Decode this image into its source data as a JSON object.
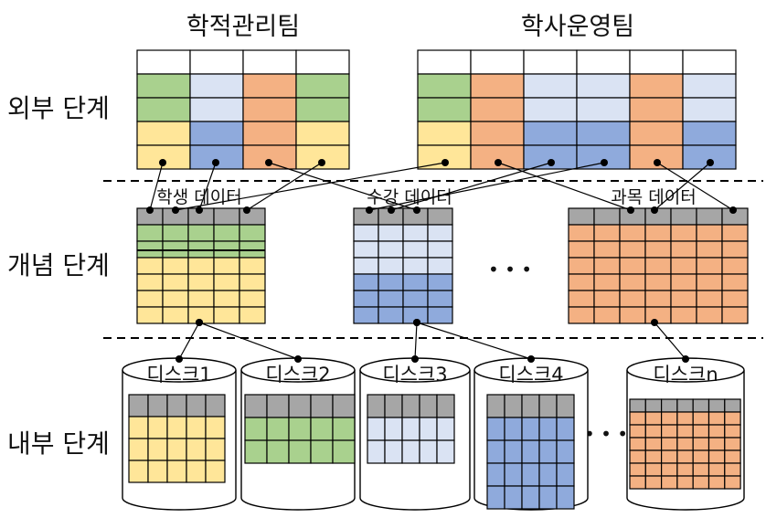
{
  "levels": {
    "external": "외부 단계",
    "conceptual": "개념 단계",
    "internal": "내부 단계"
  },
  "teams": [
    {
      "label": "학적관리팀",
      "columns": [
        "green",
        "lightblue",
        "orange",
        "green"
      ],
      "rows": 5
    },
    {
      "label": "학사운영팀",
      "columns": [
        "green",
        "orange",
        "lightblue",
        "lightblue",
        "orange",
        "lightblue"
      ],
      "rows": 5
    }
  ],
  "conceptual_tables": [
    {
      "label": "학생 데이터",
      "fills": [
        "gray",
        "green",
        "green",
        "yellow",
        "yellow",
        "yellow",
        "yellow"
      ]
    },
    {
      "label": "수강 데이터",
      "fills": [
        "gray",
        "lightblue",
        "lightblue",
        "lightblue",
        "blue",
        "blue",
        "blue"
      ]
    },
    {
      "label": "과목 데이터",
      "fills": [
        "gray",
        "orange",
        "orange",
        "orange",
        "orange",
        "orange",
        "orange"
      ]
    }
  ],
  "ellipsis": "• • •",
  "disks": [
    {
      "label": "디스크1",
      "color": "yellow"
    },
    {
      "label": "디스크2",
      "color": "green"
    },
    {
      "label": "디스크3",
      "color": "lightblue"
    },
    {
      "label": "디스크4",
      "color": "blue"
    },
    {
      "label": "디스크n",
      "color": "orange"
    }
  ],
  "colors": {
    "green": "#a9d18e",
    "lightblue": "#dae3f3",
    "orange": "#f4b183",
    "yellow": "#ffe699",
    "blue": "#8faadc",
    "gray": "#a6a6a6",
    "white": "#ffffff",
    "line": "#000000"
  }
}
